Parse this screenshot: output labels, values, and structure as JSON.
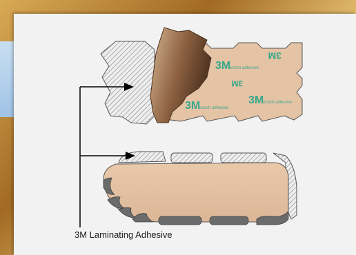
{
  "label": "3M Laminating Adhesive",
  "liner_brand": "3M",
  "liner_text": "scotch adhesive",
  "colors": {
    "panel": "#f2f2f2",
    "liner": "#e5c3a5",
    "liner_print": "#3aa88a",
    "hatch": "#8a8a8a",
    "grip_gray": "#6b6b6b",
    "arrow": "#000000"
  }
}
